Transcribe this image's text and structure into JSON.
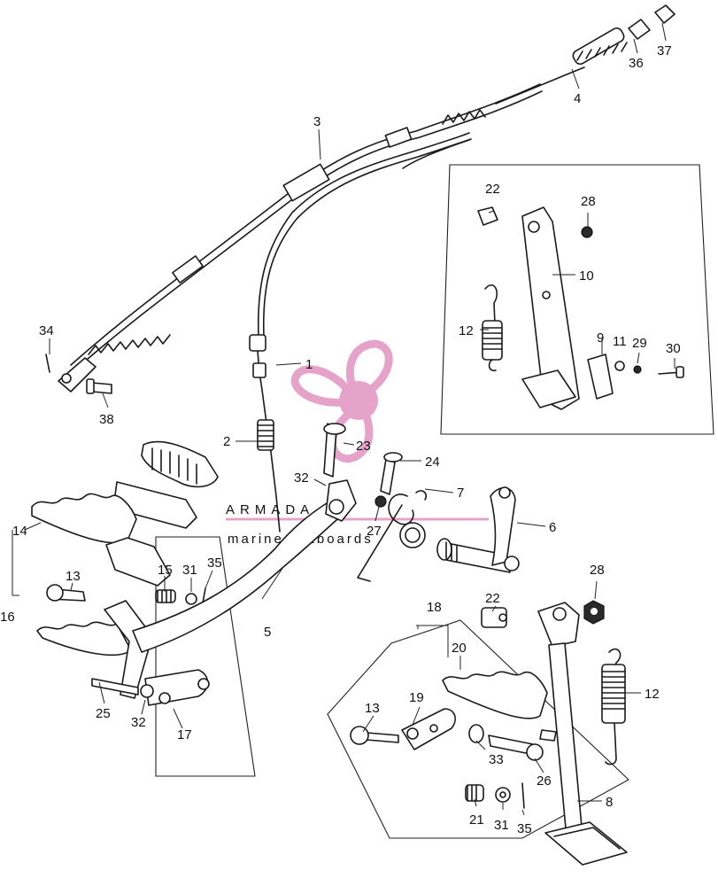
{
  "watermark": {
    "brand": "ARMADA",
    "tagline": "marine outboards",
    "accent_color": "#e6a3c9",
    "logo_icon": "propeller-icon"
  },
  "callouts": [
    {
      "id": "1",
      "text": "1"
    },
    {
      "id": "2",
      "text": "2"
    },
    {
      "id": "3",
      "text": "3"
    },
    {
      "id": "4",
      "text": "4"
    },
    {
      "id": "5",
      "text": "5"
    },
    {
      "id": "6",
      "text": "6"
    },
    {
      "id": "7",
      "text": "7"
    },
    {
      "id": "8",
      "text": "8"
    },
    {
      "id": "9",
      "text": "9"
    },
    {
      "id": "10",
      "text": "10"
    },
    {
      "id": "11",
      "text": "11"
    },
    {
      "id": "12a",
      "text": "12"
    },
    {
      "id": "12b",
      "text": "12"
    },
    {
      "id": "13a",
      "text": "13"
    },
    {
      "id": "13b",
      "text": "13"
    },
    {
      "id": "14",
      "text": "14"
    },
    {
      "id": "15",
      "text": "15"
    },
    {
      "id": "16",
      "text": "16"
    },
    {
      "id": "17",
      "text": "17"
    },
    {
      "id": "18",
      "text": "18"
    },
    {
      "id": "19",
      "text": "19"
    },
    {
      "id": "20",
      "text": "20"
    },
    {
      "id": "21",
      "text": "21"
    },
    {
      "id": "22a",
      "text": "22"
    },
    {
      "id": "22b",
      "text": "22"
    },
    {
      "id": "23",
      "text": "23"
    },
    {
      "id": "24",
      "text": "24"
    },
    {
      "id": "25",
      "text": "25"
    },
    {
      "id": "26",
      "text": "26"
    },
    {
      "id": "27",
      "text": "27"
    },
    {
      "id": "28a",
      "text": "28"
    },
    {
      "id": "28b",
      "text": "28"
    },
    {
      "id": "29",
      "text": "29"
    },
    {
      "id": "30",
      "text": "30"
    },
    {
      "id": "31a",
      "text": "31"
    },
    {
      "id": "31b",
      "text": "31"
    },
    {
      "id": "32a",
      "text": "32"
    },
    {
      "id": "32b",
      "text": "32"
    },
    {
      "id": "32c",
      "text": "32"
    },
    {
      "id": "33",
      "text": "33"
    },
    {
      "id": "34",
      "text": "34"
    },
    {
      "id": "35a",
      "text": "35"
    },
    {
      "id": "35b",
      "text": "35"
    },
    {
      "id": "36",
      "text": "36"
    },
    {
      "id": "37",
      "text": "37"
    },
    {
      "id": "38",
      "text": "38"
    }
  ]
}
